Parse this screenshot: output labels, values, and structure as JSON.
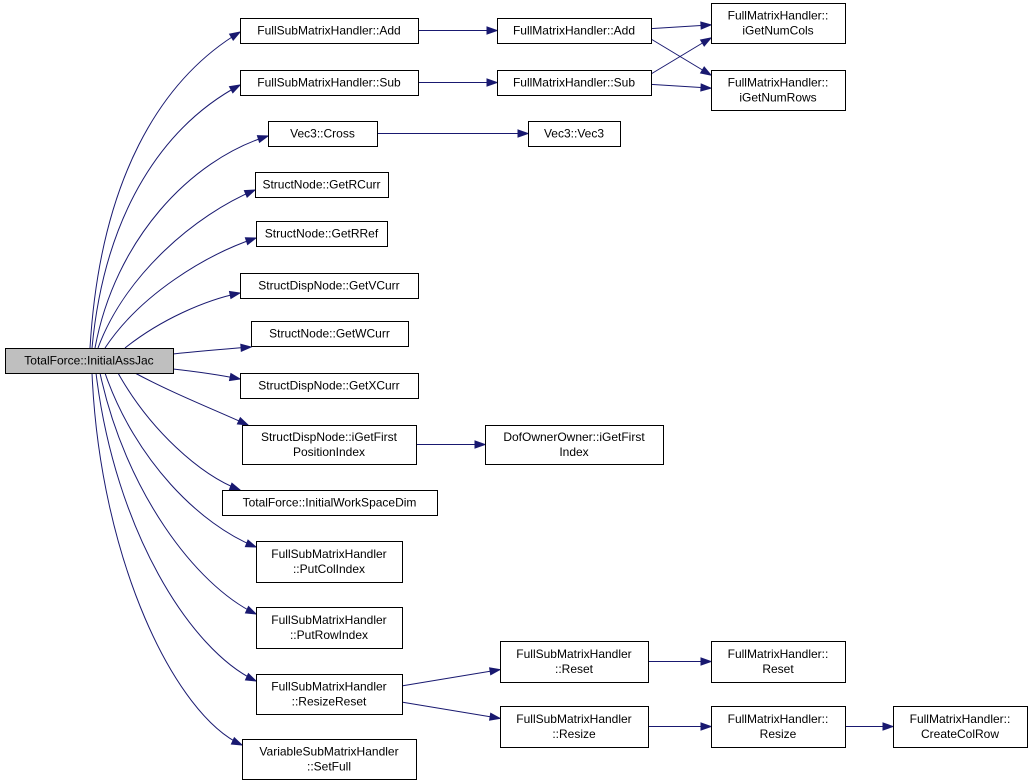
{
  "nodes": {
    "root": [
      "TotalForce::InitialAssJac"
    ],
    "fsm_add": [
      "FullSubMatrixHandler::Add"
    ],
    "fsm_sub": [
      "FullSubMatrixHandler::Sub"
    ],
    "vec3_cross": [
      "Vec3::Cross"
    ],
    "sn_getrcurr": [
      "StructNode::GetRCurr"
    ],
    "sn_getrref": [
      "StructNode::GetRRef"
    ],
    "sdn_getvcurr": [
      "StructDispNode::GetVCurr"
    ],
    "sn_getwcurr": [
      "StructNode::GetWCurr"
    ],
    "sdn_getxcurr": [
      "StructDispNode::GetXCurr"
    ],
    "sdn_igetfirst": [
      "StructDispNode::iGetFirst",
      "PositionIndex"
    ],
    "tf_initws": [
      "TotalForce::InitialWorkSpaceDim"
    ],
    "fsm_putcol": [
      "FullSubMatrixHandler",
      "::PutColIndex"
    ],
    "fsm_putrow": [
      "FullSubMatrixHandler",
      "::PutRowIndex"
    ],
    "fsm_resizereset": [
      "FullSubMatrixHandler",
      "::ResizeReset"
    ],
    "vsm_setfull": [
      "VariableSubMatrixHandler",
      "::SetFull"
    ],
    "fm_add": [
      "FullMatrixHandler::Add"
    ],
    "fm_sub": [
      "FullMatrixHandler::Sub"
    ],
    "vec3_vec3": [
      "Vec3::Vec3"
    ],
    "doo_igetfirst": [
      "DofOwnerOwner::iGetFirst",
      "Index"
    ],
    "fsm_reset": [
      "FullSubMatrixHandler",
      "::Reset"
    ],
    "fsm_resize": [
      "FullSubMatrixHandler",
      "::Resize"
    ],
    "fm_igetnumcols": [
      "FullMatrixHandler::",
      "iGetNumCols"
    ],
    "fm_igetnumrows": [
      "FullMatrixHandler::",
      "iGetNumRows"
    ],
    "fm_reset": [
      "FullMatrixHandler::",
      "Reset"
    ],
    "fm_resize": [
      "FullMatrixHandler::",
      "Resize"
    ],
    "fm_createcolrow": [
      "FullMatrixHandler::",
      "CreateColRow"
    ]
  },
  "edges": [
    [
      "root",
      "fsm_add"
    ],
    [
      "root",
      "fsm_sub"
    ],
    [
      "root",
      "vec3_cross"
    ],
    [
      "root",
      "sn_getrcurr"
    ],
    [
      "root",
      "sn_getrref"
    ],
    [
      "root",
      "sdn_getvcurr"
    ],
    [
      "root",
      "sn_getwcurr"
    ],
    [
      "root",
      "sdn_getxcurr"
    ],
    [
      "root",
      "sdn_igetfirst"
    ],
    [
      "root",
      "tf_initws"
    ],
    [
      "root",
      "fsm_putcol"
    ],
    [
      "root",
      "fsm_putrow"
    ],
    [
      "root",
      "fsm_resizereset"
    ],
    [
      "root",
      "vsm_setfull"
    ],
    [
      "fsm_add",
      "fm_add"
    ],
    [
      "fsm_sub",
      "fm_sub"
    ],
    [
      "fm_add",
      "fm_igetnumcols"
    ],
    [
      "fm_add",
      "fm_igetnumrows"
    ],
    [
      "fm_sub",
      "fm_igetnumcols"
    ],
    [
      "fm_sub",
      "fm_igetnumrows"
    ],
    [
      "vec3_cross",
      "vec3_vec3"
    ],
    [
      "sdn_igetfirst",
      "doo_igetfirst"
    ],
    [
      "fsm_resizereset",
      "fsm_reset"
    ],
    [
      "fsm_resizereset",
      "fsm_resize"
    ],
    [
      "fsm_reset",
      "fm_reset"
    ],
    [
      "fsm_resize",
      "fm_resize"
    ],
    [
      "fm_resize",
      "fm_createcolrow"
    ]
  ],
  "colors": {
    "edge": "#191970",
    "root_fill": "#bfbfbf",
    "node_fill": "#ffffff",
    "border": "#000000"
  }
}
